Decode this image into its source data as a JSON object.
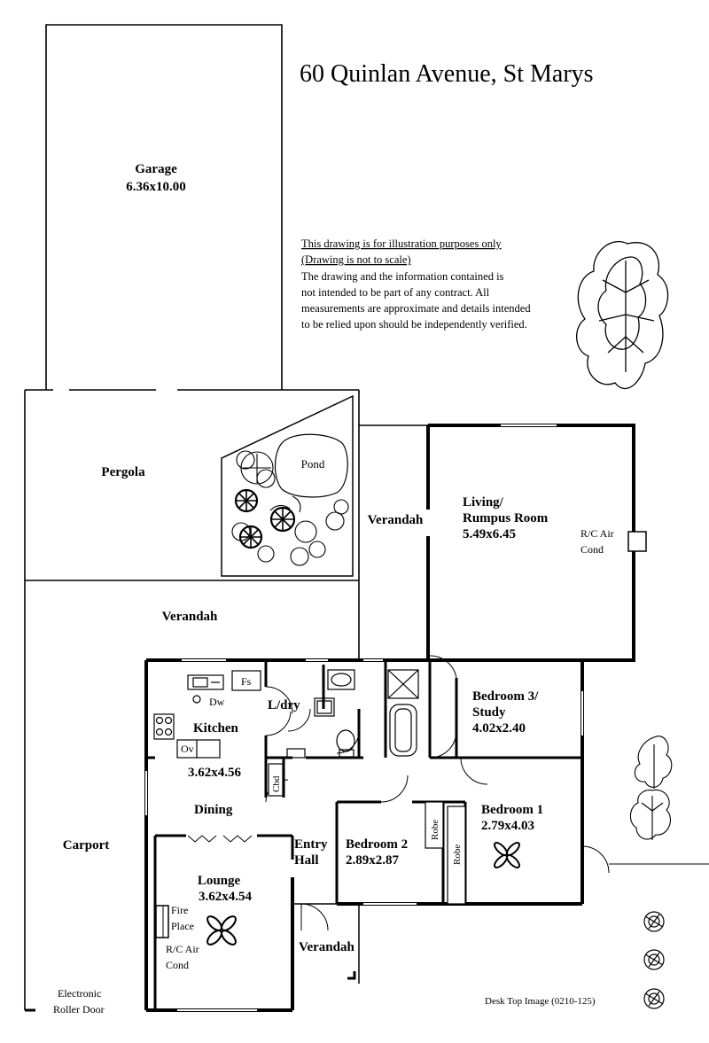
{
  "title": "60 Quinlan Avenue,  St Marys",
  "disclaimer": {
    "line1": "This drawing is for illustration purposes only",
    "line2": "(Drawing is not to scale)",
    "body1": "The drawing and the information contained is",
    "body2": "not intended to be part of any contract.  All",
    "body3": "measurements are approximate and details intended",
    "body4": "to be relied upon should be independently verified."
  },
  "rooms": {
    "garage": {
      "name": "Garage",
      "size": "6.36x10.00"
    },
    "pergola": {
      "name": "Pergola"
    },
    "pond": {
      "name": "Pond"
    },
    "verandah_mid": {
      "name": "Verandah"
    },
    "verandah_top": {
      "name": "Verandah"
    },
    "verandah_front": {
      "name": "Verandah"
    },
    "living": {
      "name1": "Living/",
      "name2": "Rumpus Room",
      "size": "5.49x6.45"
    },
    "bedroom3": {
      "name1": "Bedroom 3/",
      "name2": "Study",
      "size": "4.02x2.40"
    },
    "kitchen": {
      "name": "Kitchen",
      "size": "3.62x4.56"
    },
    "dining": {
      "name": "Dining"
    },
    "lounge": {
      "name": "Lounge",
      "size": "3.62x4.54"
    },
    "bedroom2": {
      "name": "Bedroom 2",
      "size": "2.89x2.87"
    },
    "bedroom1": {
      "name": "Bedroom 1",
      "size": "2.79x4.03"
    },
    "entry": {
      "name1": "Entry",
      "name2": "Hall"
    },
    "carport": {
      "name": "Carport"
    },
    "laundry": {
      "name": "L/dry"
    }
  },
  "fixtures": {
    "fs": "Fs",
    "dw": "Dw",
    "ov": "Ov",
    "cbd": "Cbd",
    "robe1": "Robe",
    "robe2": "Robe",
    "fire1": "Fire",
    "fire2": "Place",
    "rc_living1": "R/C Air",
    "rc_living2": "Cond",
    "rc_lounge1": "R/C Air",
    "rc_lounge2": "Cond",
    "roller1": "Electronic",
    "roller2": "Roller Door"
  },
  "footer": "Desk Top Image  (0210-125)"
}
